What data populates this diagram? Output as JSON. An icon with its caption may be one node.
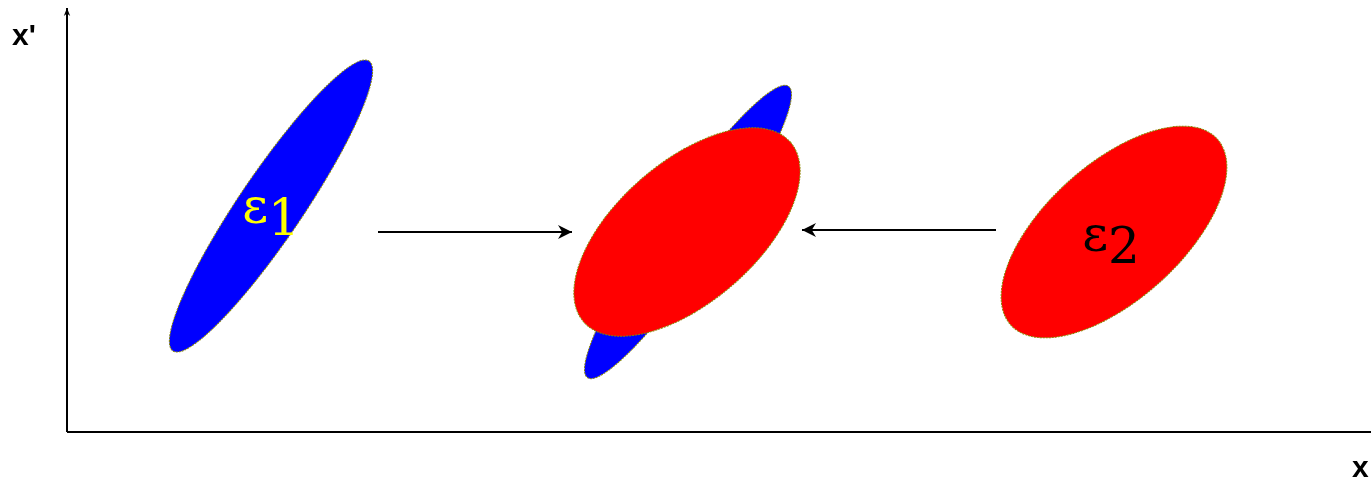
{
  "diagram": {
    "nodes": [
      {
        "text": [
          "ε$_{1}$"
        ]
      },
      {
        "text": [],
        "shape": "picture"
      },
      {
        "text": [
          "ε$_{2}$"
        ]
      }
    ],
    "edges": [
      {
        "from": 0,
        "to": 1,
        "arrow": "to"
      },
      {
        "from": 2,
        "to": 1,
        "arrow": "to"
      }
    ],
    "labels": [
      "x'",
      "x"
    ]
  }
}
